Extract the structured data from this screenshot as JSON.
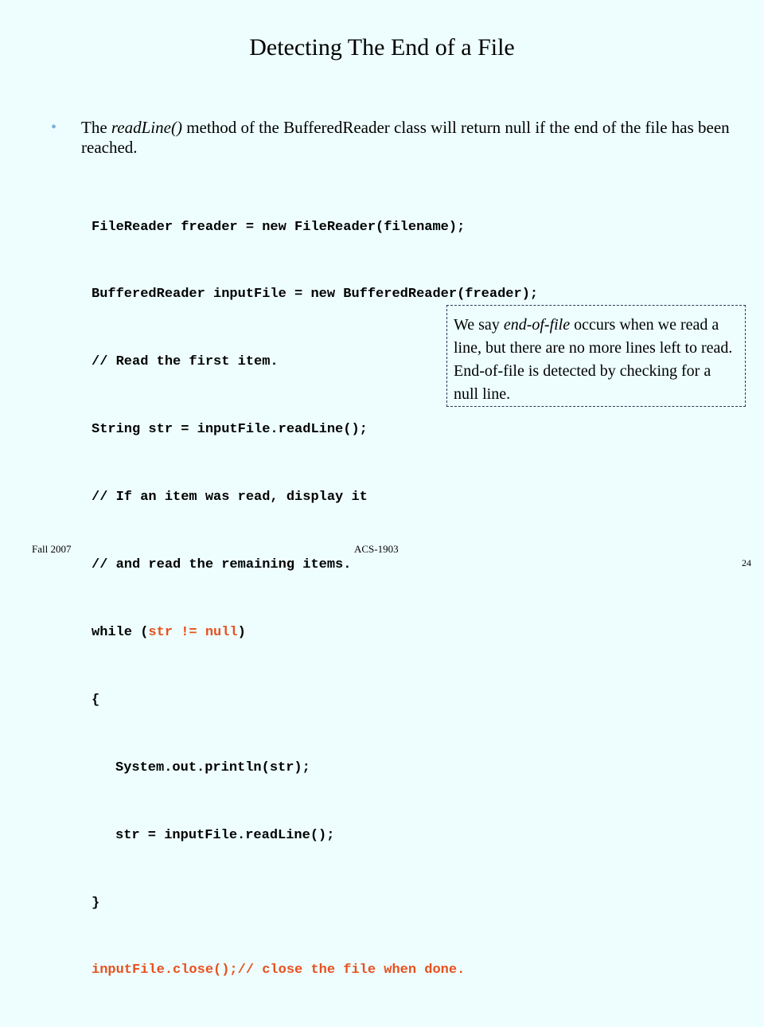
{
  "slide": {
    "title": "Detecting The End of a File",
    "bullet": {
      "marker": "•",
      "text_before": "The ",
      "method": "readLine()",
      "text_after": " method of the BufferedReader class will return null if the end of the file has been reached."
    },
    "code": {
      "line1": "FileReader freader = new FileReader(filename);",
      "line2": "BufferedReader inputFile = new BufferedReader(freader);",
      "line3": "// Read the first item.",
      "line4": "String str = inputFile.readLine();",
      "line5": "// If an item was read, display it",
      "line6": "// and read the remaining items.",
      "line7_start": "while (",
      "line7_cond": "str != null",
      "line7_end": ")",
      "line8": "{",
      "line9": "System.out.println(str);",
      "line10": "str = inputFile.readLine();",
      "line11": "}",
      "line12": "inputFile.close();// close the file when done."
    },
    "callout": {
      "before": "We say ",
      "term": "end-of-file",
      "after": " occurs when we read a line, but there are no more lines left to read.  End-of-file is detected by checking for a null line."
    },
    "footer": {
      "date": "Fall 2007",
      "course": "ACS-1903",
      "page": "24"
    },
    "colors": {
      "background": "#eefefe",
      "highlight": "#e8501e",
      "bullet": "#7fb0d8"
    }
  }
}
